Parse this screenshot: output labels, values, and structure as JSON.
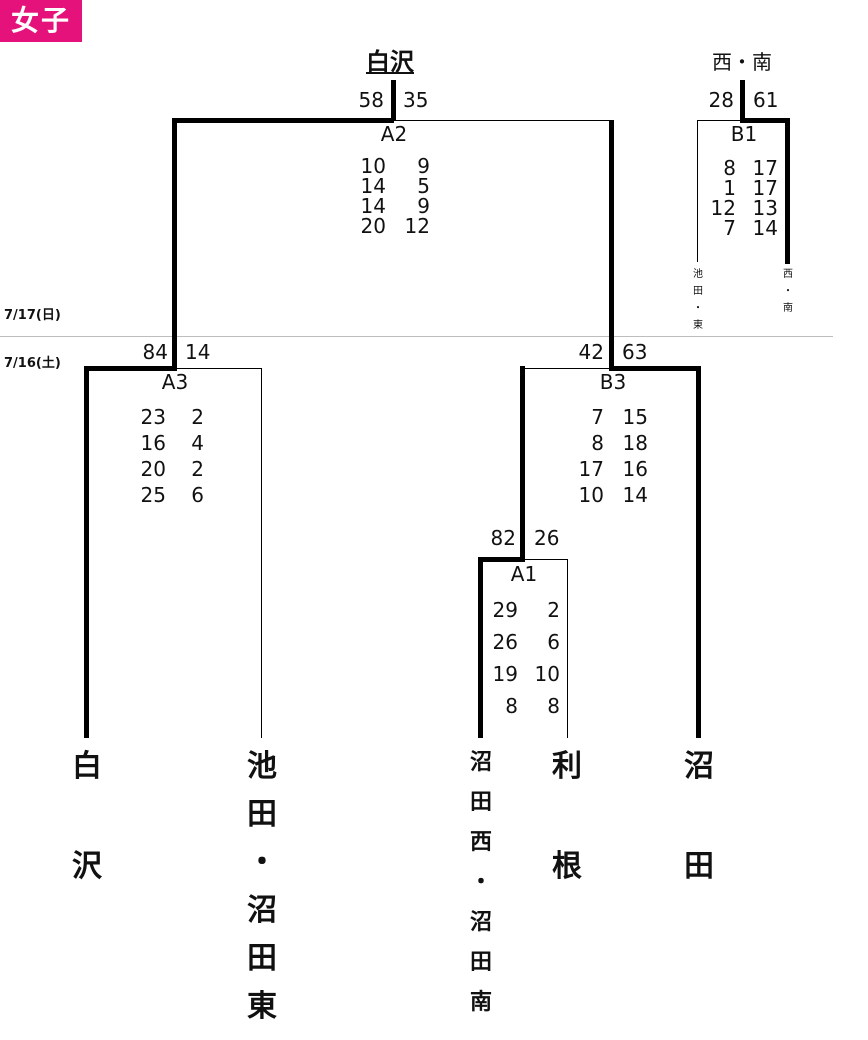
{
  "category_label": "女子",
  "champion": "白沢",
  "b_winner": "西・南",
  "dates": {
    "day2": "7/17(日)",
    "day1": "7/16(土)"
  },
  "matches": {
    "A2": {
      "code": "A2",
      "left_total": "58",
      "right_total": "35",
      "left_sets": [
        "10",
        "14",
        "14",
        "20"
      ],
      "right_sets": [
        "9",
        "5",
        "9",
        "12"
      ]
    },
    "B1": {
      "code": "B1",
      "left_total": "28",
      "right_total": "61",
      "left_sets": [
        "8",
        "1",
        "12",
        "7"
      ],
      "right_sets": [
        "17",
        "17",
        "13",
        "14"
      ]
    },
    "A3": {
      "code": "A3",
      "left_total": "84",
      "right_total": "14",
      "left_sets": [
        "23",
        "16",
        "20",
        "25"
      ],
      "right_sets": [
        "2",
        "4",
        "2",
        "6"
      ]
    },
    "B3": {
      "code": "B3",
      "left_total": "42",
      "right_total": "63",
      "left_sets": [
        "7",
        "8",
        "17",
        "10"
      ],
      "right_sets": [
        "15",
        "18",
        "16",
        "14"
      ]
    },
    "A1": {
      "code": "A1",
      "left_total": "82",
      "right_total": "26",
      "left_sets": [
        "29",
        "26",
        "19",
        "8"
      ],
      "right_sets": [
        "2",
        "6",
        "10",
        "8"
      ]
    }
  },
  "b1_teams": {
    "left": [
      "池",
      "田",
      "・",
      "東"
    ],
    "right": [
      "西",
      "・",
      "南"
    ]
  },
  "teams": [
    {
      "id": "shirasawa",
      "chars": [
        "白",
        "",
        "沢"
      ]
    },
    {
      "id": "ikeda-numata-higashi",
      "chars": [
        "池",
        "田",
        "・",
        "沼",
        "田",
        "東"
      ]
    },
    {
      "id": "numata-nishi-minami",
      "chars": [
        "沼",
        "田",
        "西",
        "・",
        "沼",
        "田",
        "南"
      ]
    },
    {
      "id": "tone",
      "chars": [
        "利",
        "",
        "根"
      ]
    },
    {
      "id": "numata",
      "chars": [
        "沼",
        "",
        "田"
      ]
    }
  ]
}
